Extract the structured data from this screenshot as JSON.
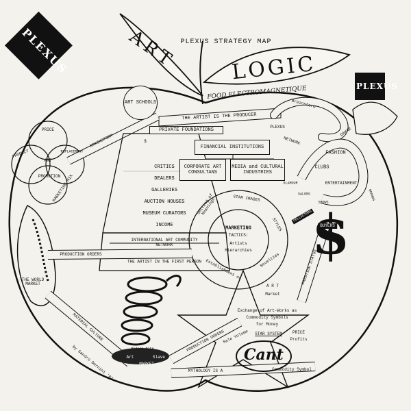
{
  "logos": {
    "left": "PLEXUS",
    "right": "PLEXUS"
  },
  "title": "PLEXUS STRATEGY MAP",
  "leaves": {
    "art": "ART",
    "logic": "LOGIC"
  },
  "food": "FOOD ELECTROMAGNETIQUE",
  "top": {
    "art_schools": "ART SCHOOLS",
    "producer": "THE ARTIST IS THE PRODUCER",
    "private_foundations": "PRIVATE FOUNDATIONS",
    "financial": "FINANCIAL INSTITUTIONS",
    "corporate": "CORPORATE ART CONSULTANS",
    "media": "MEDIA and CULTURAL INDUSTRIES"
  },
  "right": {
    "brainstorm": "Brainstorm",
    "plexus_network_1": "PLEXUS",
    "plexus_network_2": "NETWORK",
    "dakar": "DAKAR",
    "fashion": "FASHION",
    "clubs": "CLUBS",
    "entertainment": "ENTERTAINMENT",
    "glamour": "GLAMOUR",
    "salons": "SALONS",
    "shows": "SHOWS",
    "brands": "BRANDS",
    "buyers": "BUYERS",
    "collectors": "COLLECTORS",
    "dollar": "$",
    "prestige": "PRESTIGE STATUS"
  },
  "left": {
    "price": "PRICE",
    "product": "PRODUCT",
    "art": "ART",
    "replacement": "REPLACEMENT",
    "promotion": "PROMOTION",
    "marketing_mix": "MARKETING MIX",
    "brainstorm": "BRAINSTORM",
    "dollar_small": "$",
    "production_orders": "PRODUCTION ORDERS",
    "world_market": "THE WORLD MARKET",
    "material_culture": "MATERIAL CULTURE",
    "signature": "by Sandro Dernini '87"
  },
  "pyramid": {
    "items": [
      "CRITICS",
      "DEALERS",
      "GALLERIES",
      "AUCTION HOUSES",
      "MUSEUM CURATORS",
      "INCOME"
    ],
    "network": "INTERNATIONAL ART COMMUNITY NETWORK",
    "artist_first": "THE ARTIST IN THE FIRST PERSON"
  },
  "circle": {
    "setting": "Setting of Meanings",
    "star_images": "STAR IMAGES",
    "styles": "STYLES",
    "marketing": "MARKETING",
    "tactics": "TACTICS:",
    "artists": "Artists",
    "hierarchies": "Hierarchies",
    "establishment": "Establishment or",
    "novelties": "Novelties"
  },
  "market": {
    "art": "A R T",
    "market": "Market",
    "exchange_1": "Exchange of Art-Works as",
    "exchange_2": "Commodity Symbols",
    "exchange_3": "for Money",
    "star_system": "STAR SYSTEM",
    "price": "PRICE",
    "profits": "Profits",
    "sale_volume": "Sale Volume"
  },
  "bottom": {
    "production_orders": "PRODUCTION ORDERS",
    "modern_rite": "Modern Rite",
    "art": "Art",
    "slave": "Slave",
    "market": "MARKET",
    "mythology": "MYTHOLOGY IS A",
    "commodity_symbol": "Commodity Symbol",
    "cant_logo": "Cant"
  }
}
